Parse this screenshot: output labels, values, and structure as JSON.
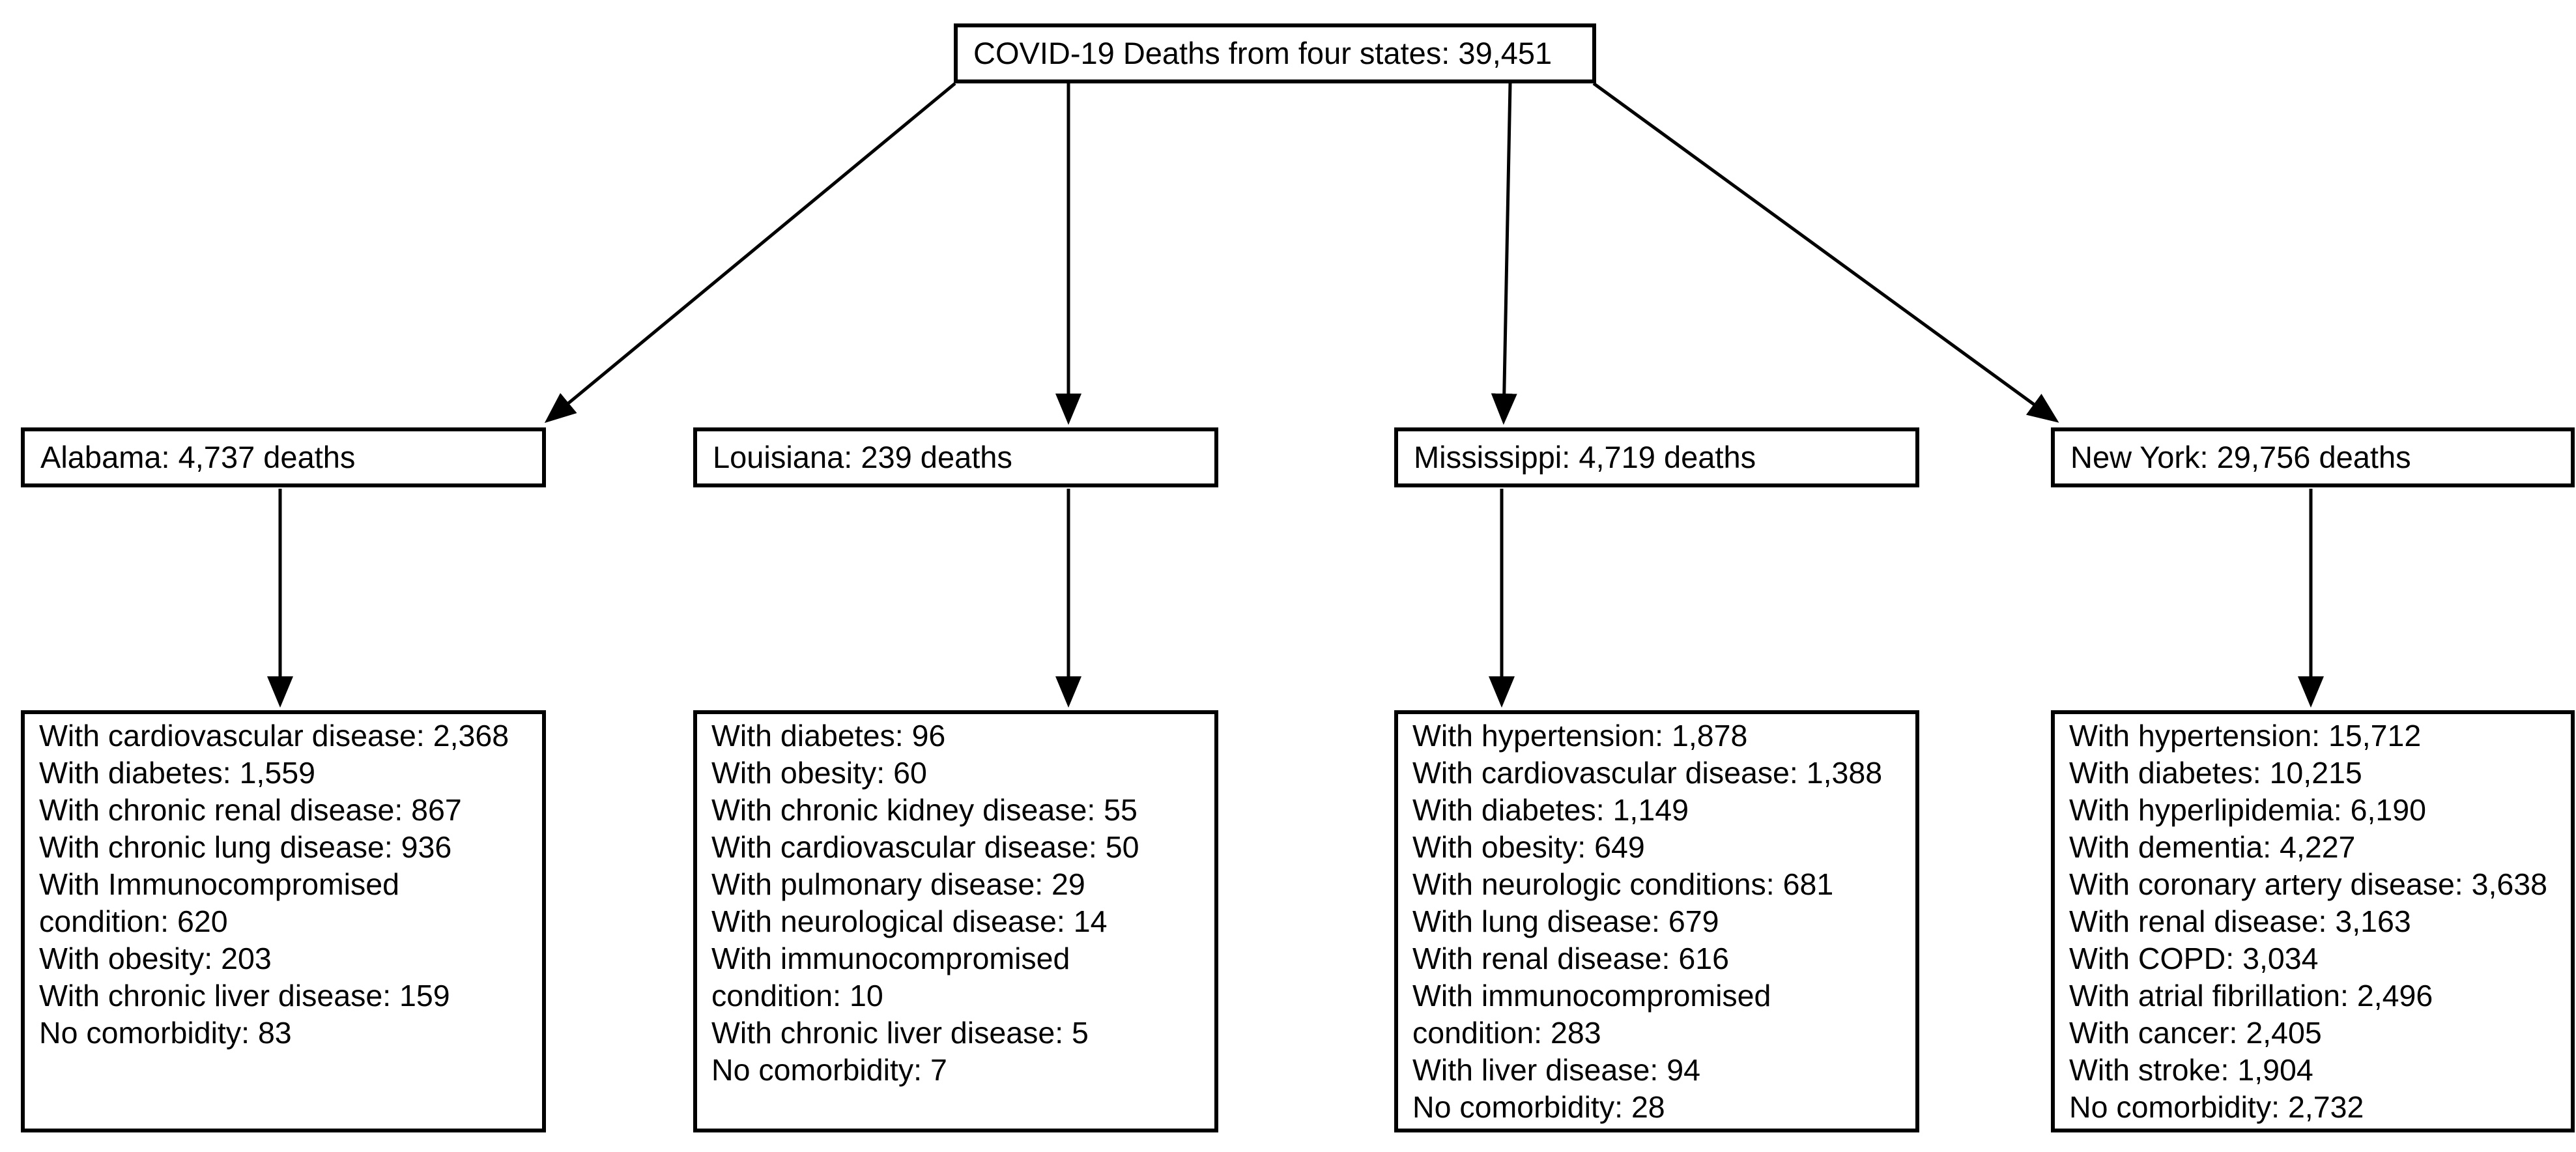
{
  "diagram": {
    "title": "COVID-19 Deaths from four states: 39,451",
    "states": [
      {
        "id": "alabama",
        "header": "Alabama: 4,737 deaths",
        "comorbidities": [
          "With cardiovascular disease: 2,368",
          "With diabetes: 1,559",
          "With chronic renal disease: 867",
          "With chronic lung disease: 936",
          "With Immunocompromised condition: 620",
          "With obesity: 203",
          "With chronic liver disease: 159",
          "No comorbidity: 83"
        ]
      },
      {
        "id": "louisiana",
        "header": "Louisiana: 239 deaths",
        "comorbidities": [
          "With diabetes: 96",
          "With obesity: 60",
          "With chronic kidney disease: 55",
          "With cardiovascular disease: 50",
          "With pulmonary disease: 29",
          "With neurological disease: 14",
          "With immunocompromised condition: 10",
          "With chronic liver disease: 5",
          "No comorbidity: 7"
        ]
      },
      {
        "id": "mississippi",
        "header": "Mississippi: 4,719 deaths",
        "comorbidities": [
          "With hypertension: 1,878",
          "With cardiovascular disease: 1,388",
          "With diabetes: 1,149",
          "With obesity: 649",
          "With neurologic conditions: 681",
          "With lung disease: 679",
          "With renal disease: 616",
          "With immunocompromised condition: 283",
          "With liver disease: 94",
          "No comorbidity: 28"
        ]
      },
      {
        "id": "new-york",
        "header": "New York: 29,756 deaths",
        "comorbidities": [
          "With hypertension: 15,712",
          "With diabetes: 10,215",
          "With hyperlipidemia: 6,190",
          "With dementia: 4,227",
          "With coronary artery disease: 3,638",
          "With renal disease: 3,163",
          "With COPD: 3,034",
          "With atrial fibrillation: 2,496",
          "With cancer: 2,405",
          "With stroke: 1,904",
          "No comorbidity: 2,732"
        ]
      }
    ]
  }
}
